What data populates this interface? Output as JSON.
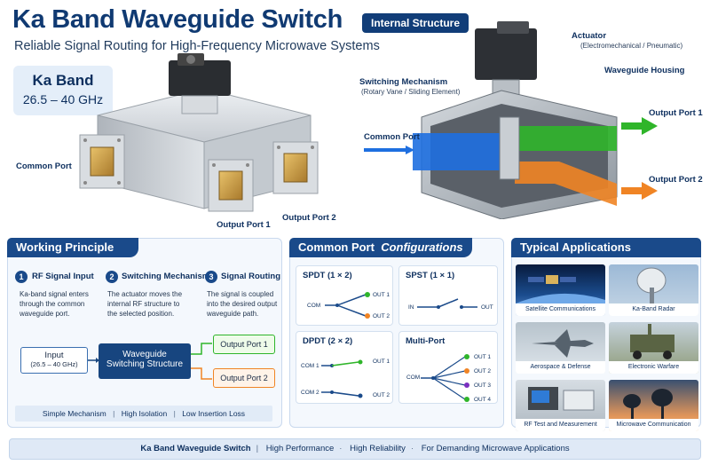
{
  "header": {
    "title": "Ka Band Waveguide Switch",
    "subtitle": "Reliable Signal Routing for High-Frequency Microwave Systems"
  },
  "band": {
    "name": "Ka Band",
    "range": "26.5 – 40 GHz"
  },
  "product_labels": {
    "common_port": "Common Port",
    "output_port_1": "Output Port 1",
    "output_port_2": "Output Port 2"
  },
  "internal": {
    "title": "Internal Structure",
    "actuator": "Actuator",
    "actuator_note": "(Electromechanical / Pneumatic)",
    "housing": "Waveguide Housing",
    "switching": "Switching Mechanism",
    "switching_note": "(Rotary Vane / Sliding Element)",
    "common_port": "Common Port",
    "output_port_1": "Output Port 1",
    "output_port_2": "Output Port 2"
  },
  "working": {
    "title": "Working Principle",
    "steps": [
      {
        "num": "1",
        "title": "RF Signal Input",
        "desc": "Ka-band signal enters through the common waveguide port."
      },
      {
        "num": "2",
        "title": "Switching Mechanism",
        "desc": "The actuator moves the internal RF structure to the selected position."
      },
      {
        "num": "3",
        "title": "Signal Routing",
        "desc": "The signal is coupled into the desired output waveguide path."
      }
    ],
    "input_label": "Input",
    "input_range": "(26.5 – 40 GHz)",
    "core_line1": "Waveguide",
    "core_line2": "Switching Structure",
    "out1": "Output Port 1",
    "out2": "Output Port 2",
    "features": [
      "Simple Mechanism",
      "High Isolation",
      "Low Insertion Loss"
    ]
  },
  "configs": {
    "title_a": "Common Port",
    "title_b": "Configurations",
    "spdt": {
      "title": "SPDT (1 × 2)",
      "com": "COM",
      "out1": "OUT 1",
      "out2": "OUT 2"
    },
    "spst": {
      "title": "SPST (1 × 1)",
      "in": "IN",
      "out": "OUT"
    },
    "dpdt": {
      "title": "DPDT (2 × 2)",
      "com1": "COM 1",
      "com2": "COM 2",
      "out1": "OUT 1",
      "out2": "OUT 2"
    },
    "multi": {
      "title": "Multi-Port",
      "com": "COM",
      "outs": [
        "OUT 1",
        "OUT 2",
        "OUT 3",
        "OUT 4"
      ]
    }
  },
  "applications": {
    "title": "Typical Applications",
    "items": [
      "Satellite Communications",
      "Ka-Band Radar",
      "Aerospace & Defense",
      "Electronic Warfare",
      "RF Test and Measurement",
      "Microwave Communication"
    ]
  },
  "footer": {
    "lead": "Ka Band Waveguide Switch",
    "items": [
      "High Performance",
      "High Reliability",
      "For Demanding Microwave Applications"
    ]
  },
  "colors": {
    "brand": "#103a72",
    "path_blue": "#1e6fe0",
    "path_green": "#2fb52a",
    "path_orange": "#f08424",
    "port_purple": "#7b2fbf"
  }
}
